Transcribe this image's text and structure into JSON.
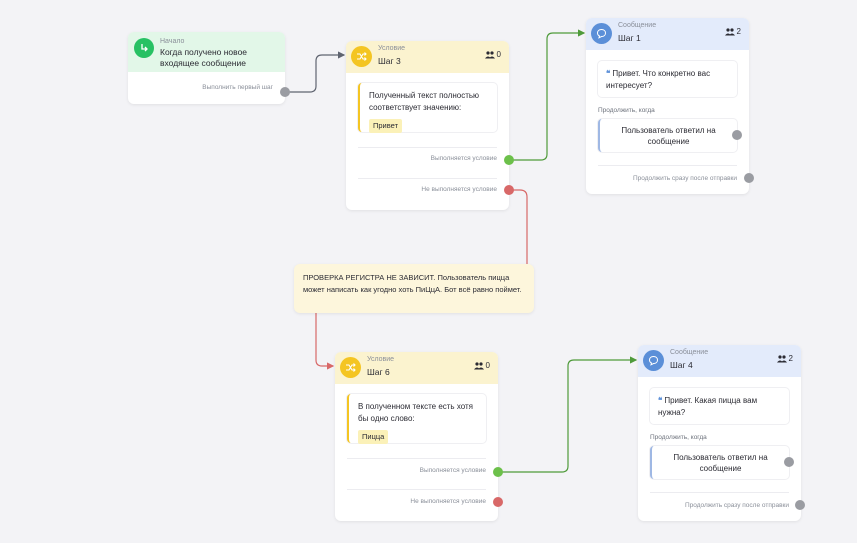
{
  "start": {
    "kind": "Начало",
    "title": "Когда получено новое входящее сообщение",
    "action": "Выполнить первый шаг"
  },
  "cond1": {
    "kind": "Условие",
    "title": "Шаг 3",
    "count": "0",
    "text": "Полученный текст полностью соответствует значению:",
    "value": "Привет",
    "yes": "Выполняется условие",
    "no": "Не выполняется условие"
  },
  "msg1": {
    "kind": "Сообщение",
    "title": "Шаг 1",
    "count": "2",
    "text": "Привет. Что конкретно вас интересует?",
    "continue_label": "Продолжить, когда",
    "reply": "Пользователь ответил на сообщение",
    "after_send": "Продолжить сразу после отправки"
  },
  "note": {
    "text": "ПРОВЕРКА РЕГИСТРА НЕ ЗАВИСИТ. Пользователь пицца может написать как угодно хоть ПиЦцА. Бот всё равно поймет."
  },
  "cond2": {
    "kind": "Условие",
    "title": "Шаг 6",
    "count": "0",
    "text": "В полученном тексте есть хотя бы одно слово:",
    "value": "Пицца",
    "yes": "Выполняется условие",
    "no": "Не выполняется условие"
  },
  "msg2": {
    "kind": "Сообщение",
    "title": "Шаг 4",
    "count": "2",
    "text": "Привет. Какая пицца вам нужна?",
    "continue_label": "Продолжить, когда",
    "reply": "Пользователь ответил на сообщение",
    "after_send": "Продолжить сразу после отправки"
  },
  "icons": {
    "start": "arrow-turn-icon",
    "condition": "shuffle-icon",
    "message": "chat-bubble-icon",
    "users": "users-icon",
    "quote": "quote-icon"
  },
  "colors": {
    "condition_accent": "#f4c522",
    "message_accent": "#5b8fd8",
    "start_accent": "#27c163",
    "wire_green": "#4e9a3a",
    "wire_red": "#d86868",
    "wire_grey": "#5f6470"
  }
}
